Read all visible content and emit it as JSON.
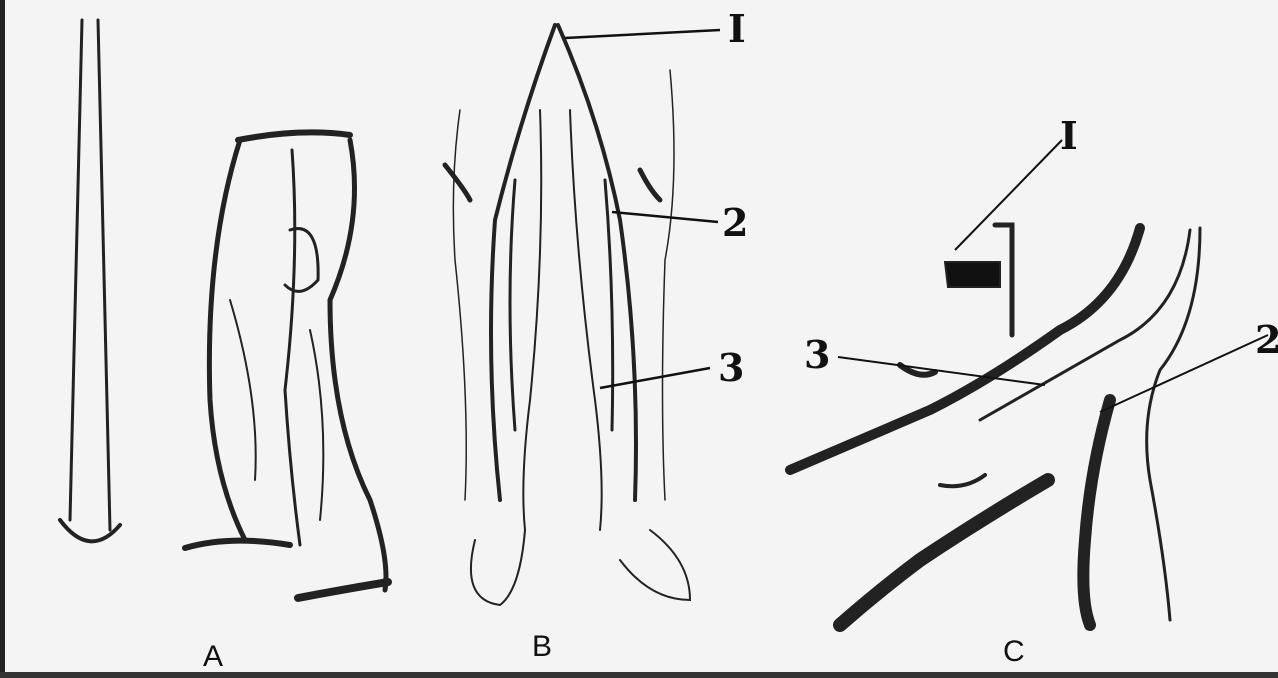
{
  "figure": {
    "panel_labels": {
      "a": "A",
      "b": "B",
      "c": "C"
    },
    "panel_b_callouts": {
      "one": "I",
      "two": "2",
      "three": "3"
    },
    "panel_c_callouts": {
      "one": "I",
      "two": "2",
      "three": "3"
    },
    "colors": {
      "paper": "#f4f4f4",
      "ink": "#111111"
    }
  }
}
